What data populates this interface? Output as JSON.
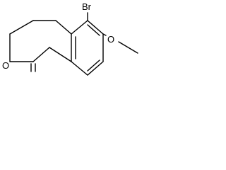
{
  "molecule": {
    "atoms": {
      "bromine": "Br",
      "ketone_oxygen": "O",
      "methoxy_oxygen": "O"
    }
  },
  "colors": {
    "background": "#ffffff",
    "ink": "#000000"
  }
}
